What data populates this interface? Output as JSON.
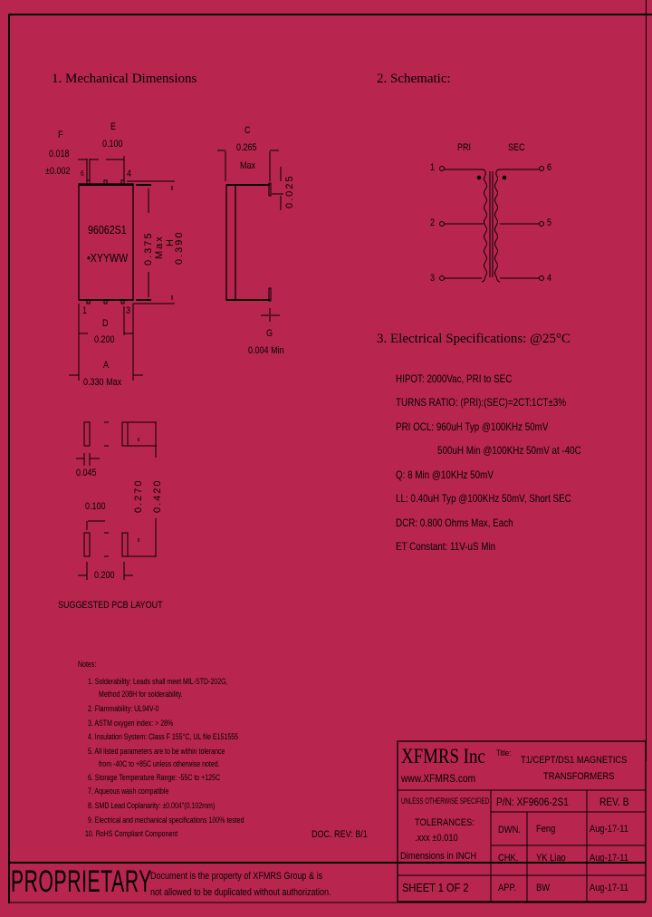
{
  "page": {
    "background": "#B8264F",
    "line_color": "#000000"
  },
  "mechanical": {
    "title": "1. Mechanical Dimensions",
    "dim_f_label": "F",
    "dim_f_value": "0.018",
    "dim_f_tol": "±0.002",
    "dim_e_label": "E",
    "dim_e_value": "0.100",
    "marking_part": "96062S1",
    "marking_date": "•XYYWW",
    "dim_b_value": "0.375",
    "dim_b_max": "Max",
    "dim_h_label": "H",
    "dim_h_value": "0.390",
    "dim_c_label": "C",
    "dim_c_value": "0.265",
    "dim_c_max": "Max",
    "dim_lead_value": "0.025",
    "dim_d_label": "D",
    "dim_d_value": "0.200",
    "dim_a_label": "A",
    "dim_a_value": "0.330 Max",
    "dim_g_label": "G",
    "dim_g_value": "0.004 Min",
    "pin_labels": {
      "top_left": "6",
      "top_right": "4",
      "bottom_left": "1",
      "bottom_right": "3"
    }
  },
  "pcb": {
    "pad_width": "0.045",
    "pitch": "0.100",
    "inner": "0.270",
    "outer": "0.420",
    "span": "0.200",
    "caption": "SUGGESTED PCB LAYOUT"
  },
  "schematic": {
    "title": "2. Schematic:",
    "pri_label": "PRI",
    "sec_label": "SEC",
    "pins_left": [
      "1",
      "2",
      "3"
    ],
    "pins_right": [
      "6",
      "5",
      "4"
    ]
  },
  "electrical": {
    "title": "3. Electrical Specifications: @25°C",
    "specs": [
      "HIPOT: 2000Vac, PRI to SEC",
      "TURNS RATIO: (PRI):(SEC)=2CT:1CT±3%",
      "PRI OCL: 960uH Typ @100KHz 50mV",
      "500uH Min @100KHz 50mV at -40C",
      "Q: 8 Min @10KHz 50mV",
      "LL: 0.40uH Typ @100KHz 50mV, Short SEC",
      "DCR: 0.800 Ohms Max, Each",
      "ET Constant: 11V-uS Min"
    ]
  },
  "notes": {
    "heading": "Notes:",
    "items": [
      "1. Solderability: Leads shall meet MIL-STD-202G,",
      "Method 208H for solderability.",
      "2. Flammability: UL94V-0",
      "3. ASTM oxygen index: > 28%",
      "4. Insulation System: Class F 155°C, UL file E151555",
      "5. All listed parameters are to be within tolerance",
      "from -40C to +85C unless otherwise noted.",
      "6. Storage Temperature Range: -55C to +125C",
      "7. Aqueous wash compatible",
      "8. SMD Lead Coplanarity: ±0.004\"(0.102mm)",
      "9. Electrical and mechanical specifications 100% tested",
      "10. RoHS Compliant Component"
    ],
    "doc_rev": "DOC. REV: B/1"
  },
  "proprietary": {
    "label": "PROPRIETARY",
    "line1": "Document is the property of XFMRS Group & is",
    "line2": "not allowed to be duplicated without authorization."
  },
  "title_block": {
    "company": "XFMRS Inc",
    "website": "www.XFMRS.com",
    "title_label": "Title:",
    "title_line1": "T1/CEPT/DS1 MAGNETICS",
    "title_line2": "TRANSFORMERS",
    "unless": "UNLESS OTHERWISE SPECIFIED",
    "pn": "P/N: XF9606-2S1",
    "rev": "REV. B",
    "tolerances": "TOLERANCES:",
    "tol_value": ".xxx ±0.010",
    "dimensions": "Dimensions in INCH",
    "sheet": "SHEET 1 OF 2",
    "rows": [
      {
        "role": "DWN.",
        "name": "Feng",
        "date": "Aug-17-11"
      },
      {
        "role": "CHK.",
        "name": "YK Liao",
        "date": "Aug-17-11"
      },
      {
        "role": "APP.",
        "name": "BW",
        "date": "Aug-17-11"
      }
    ]
  }
}
